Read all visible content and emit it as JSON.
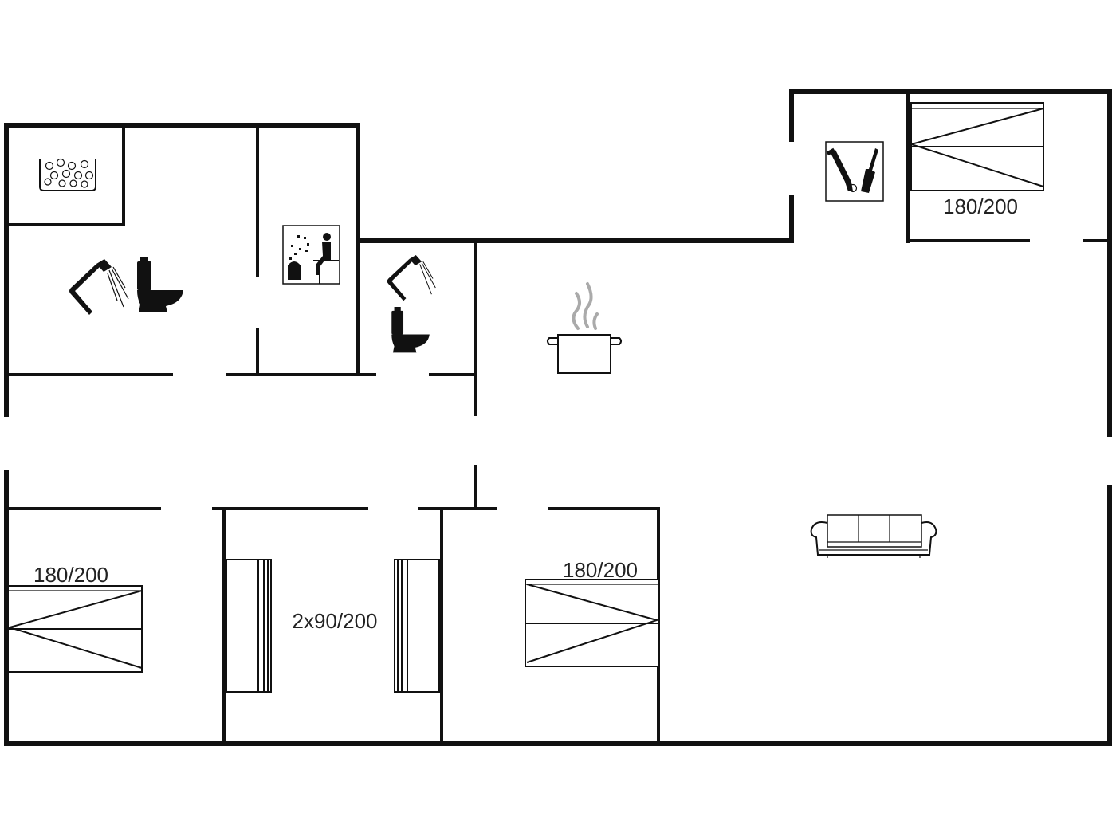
{
  "bed_labels": {
    "top_right": "180/200",
    "left": "180/200",
    "center": "2x90/200",
    "middle": "180/200"
  },
  "icons": [
    "jacuzzi-icon",
    "shower-icon",
    "toilet-icon",
    "sauna-icon",
    "washing-machine-icon",
    "kitchen-pot-icon",
    "sofa-icon"
  ]
}
